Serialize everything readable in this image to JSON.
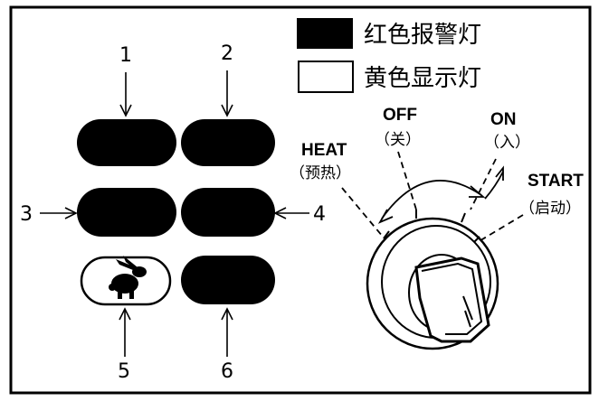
{
  "legend": {
    "red_label": "红色报警灯",
    "yellow_label": "黄色显示灯"
  },
  "lamps": [
    {
      "number": "1",
      "type": "red"
    },
    {
      "number": "2",
      "type": "red"
    },
    {
      "number": "3",
      "type": "red"
    },
    {
      "number": "4",
      "type": "red"
    },
    {
      "number": "5",
      "type": "yellow",
      "icon": "rabbit-icon"
    },
    {
      "number": "6",
      "type": "red"
    }
  ],
  "switch": {
    "positions": [
      {
        "label": "HEAT",
        "sub": "（预热）"
      },
      {
        "label": "OFF",
        "sub": "（关）"
      },
      {
        "label": "ON",
        "sub": "（入）"
      },
      {
        "label": "START",
        "sub": "（启动）"
      }
    ]
  },
  "colors": {
    "red_lamp": "#000000",
    "yellow_lamp": "#ffffff",
    "ink": "#000000"
  }
}
